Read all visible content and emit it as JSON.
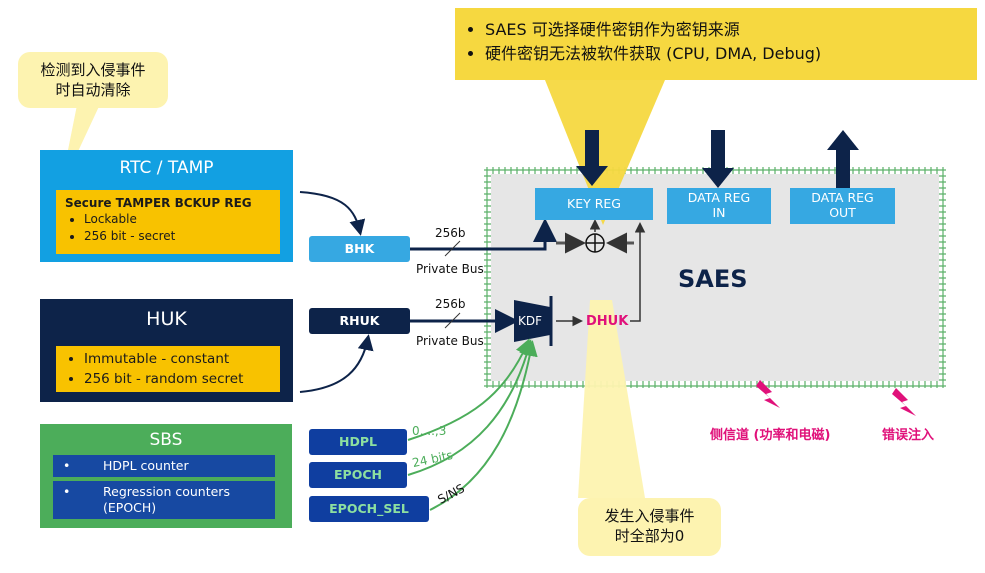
{
  "top_note": {
    "bullets": [
      "SAES 可选择硬件密钥作为密钥来源",
      "硬件密钥无法被软件获取 (CPU, DMA, Debug)"
    ]
  },
  "callout_tamper": "检测到入侵事件\n时自动清除",
  "callout_zero": "发生入侵事件\n时全部为0",
  "rtc": {
    "title": "RTC / TAMP",
    "inner_title": "Secure TAMPER BCKUP REG",
    "items": [
      "Lockable",
      "256 bit - secret"
    ]
  },
  "huk": {
    "title": "HUK",
    "items": [
      "Immutable  - constant",
      "256 bit - random secret"
    ]
  },
  "sbs": {
    "title": "SBS",
    "items": [
      "HDPL counter",
      "Regression counters\n(EPOCH)"
    ]
  },
  "pills": {
    "bhk": "BHK",
    "rhuk": "RHUK",
    "hdpl": "HDPL",
    "epoch": "EPOCH",
    "epoch_sel": "EPOCH_SEL"
  },
  "bus": {
    "width_top": "256b",
    "label_top": "Private Bus",
    "width_bottom": "256b",
    "label_bottom": "Private Bus"
  },
  "signals": {
    "hdpl": "0,...,3",
    "epoch": "24 bits",
    "epoch_sel": "S/NS"
  },
  "saes": {
    "title": "SAES",
    "key_reg": "KEY REG",
    "data_in": "DATA REG\nIN",
    "data_out": "DATA REG\nOUT",
    "kdf": "KDF",
    "dhuk": "DHUK"
  },
  "attacks": {
    "side_channel": "侧信道 (功率和电磁)",
    "fault_injection": "错误注入"
  },
  "colors": {
    "yellow": "#f6d840",
    "rtc_blue": "#12a0e2",
    "navy": "#0d2349",
    "green": "#4cad5a",
    "magenta": "#e0117a"
  }
}
